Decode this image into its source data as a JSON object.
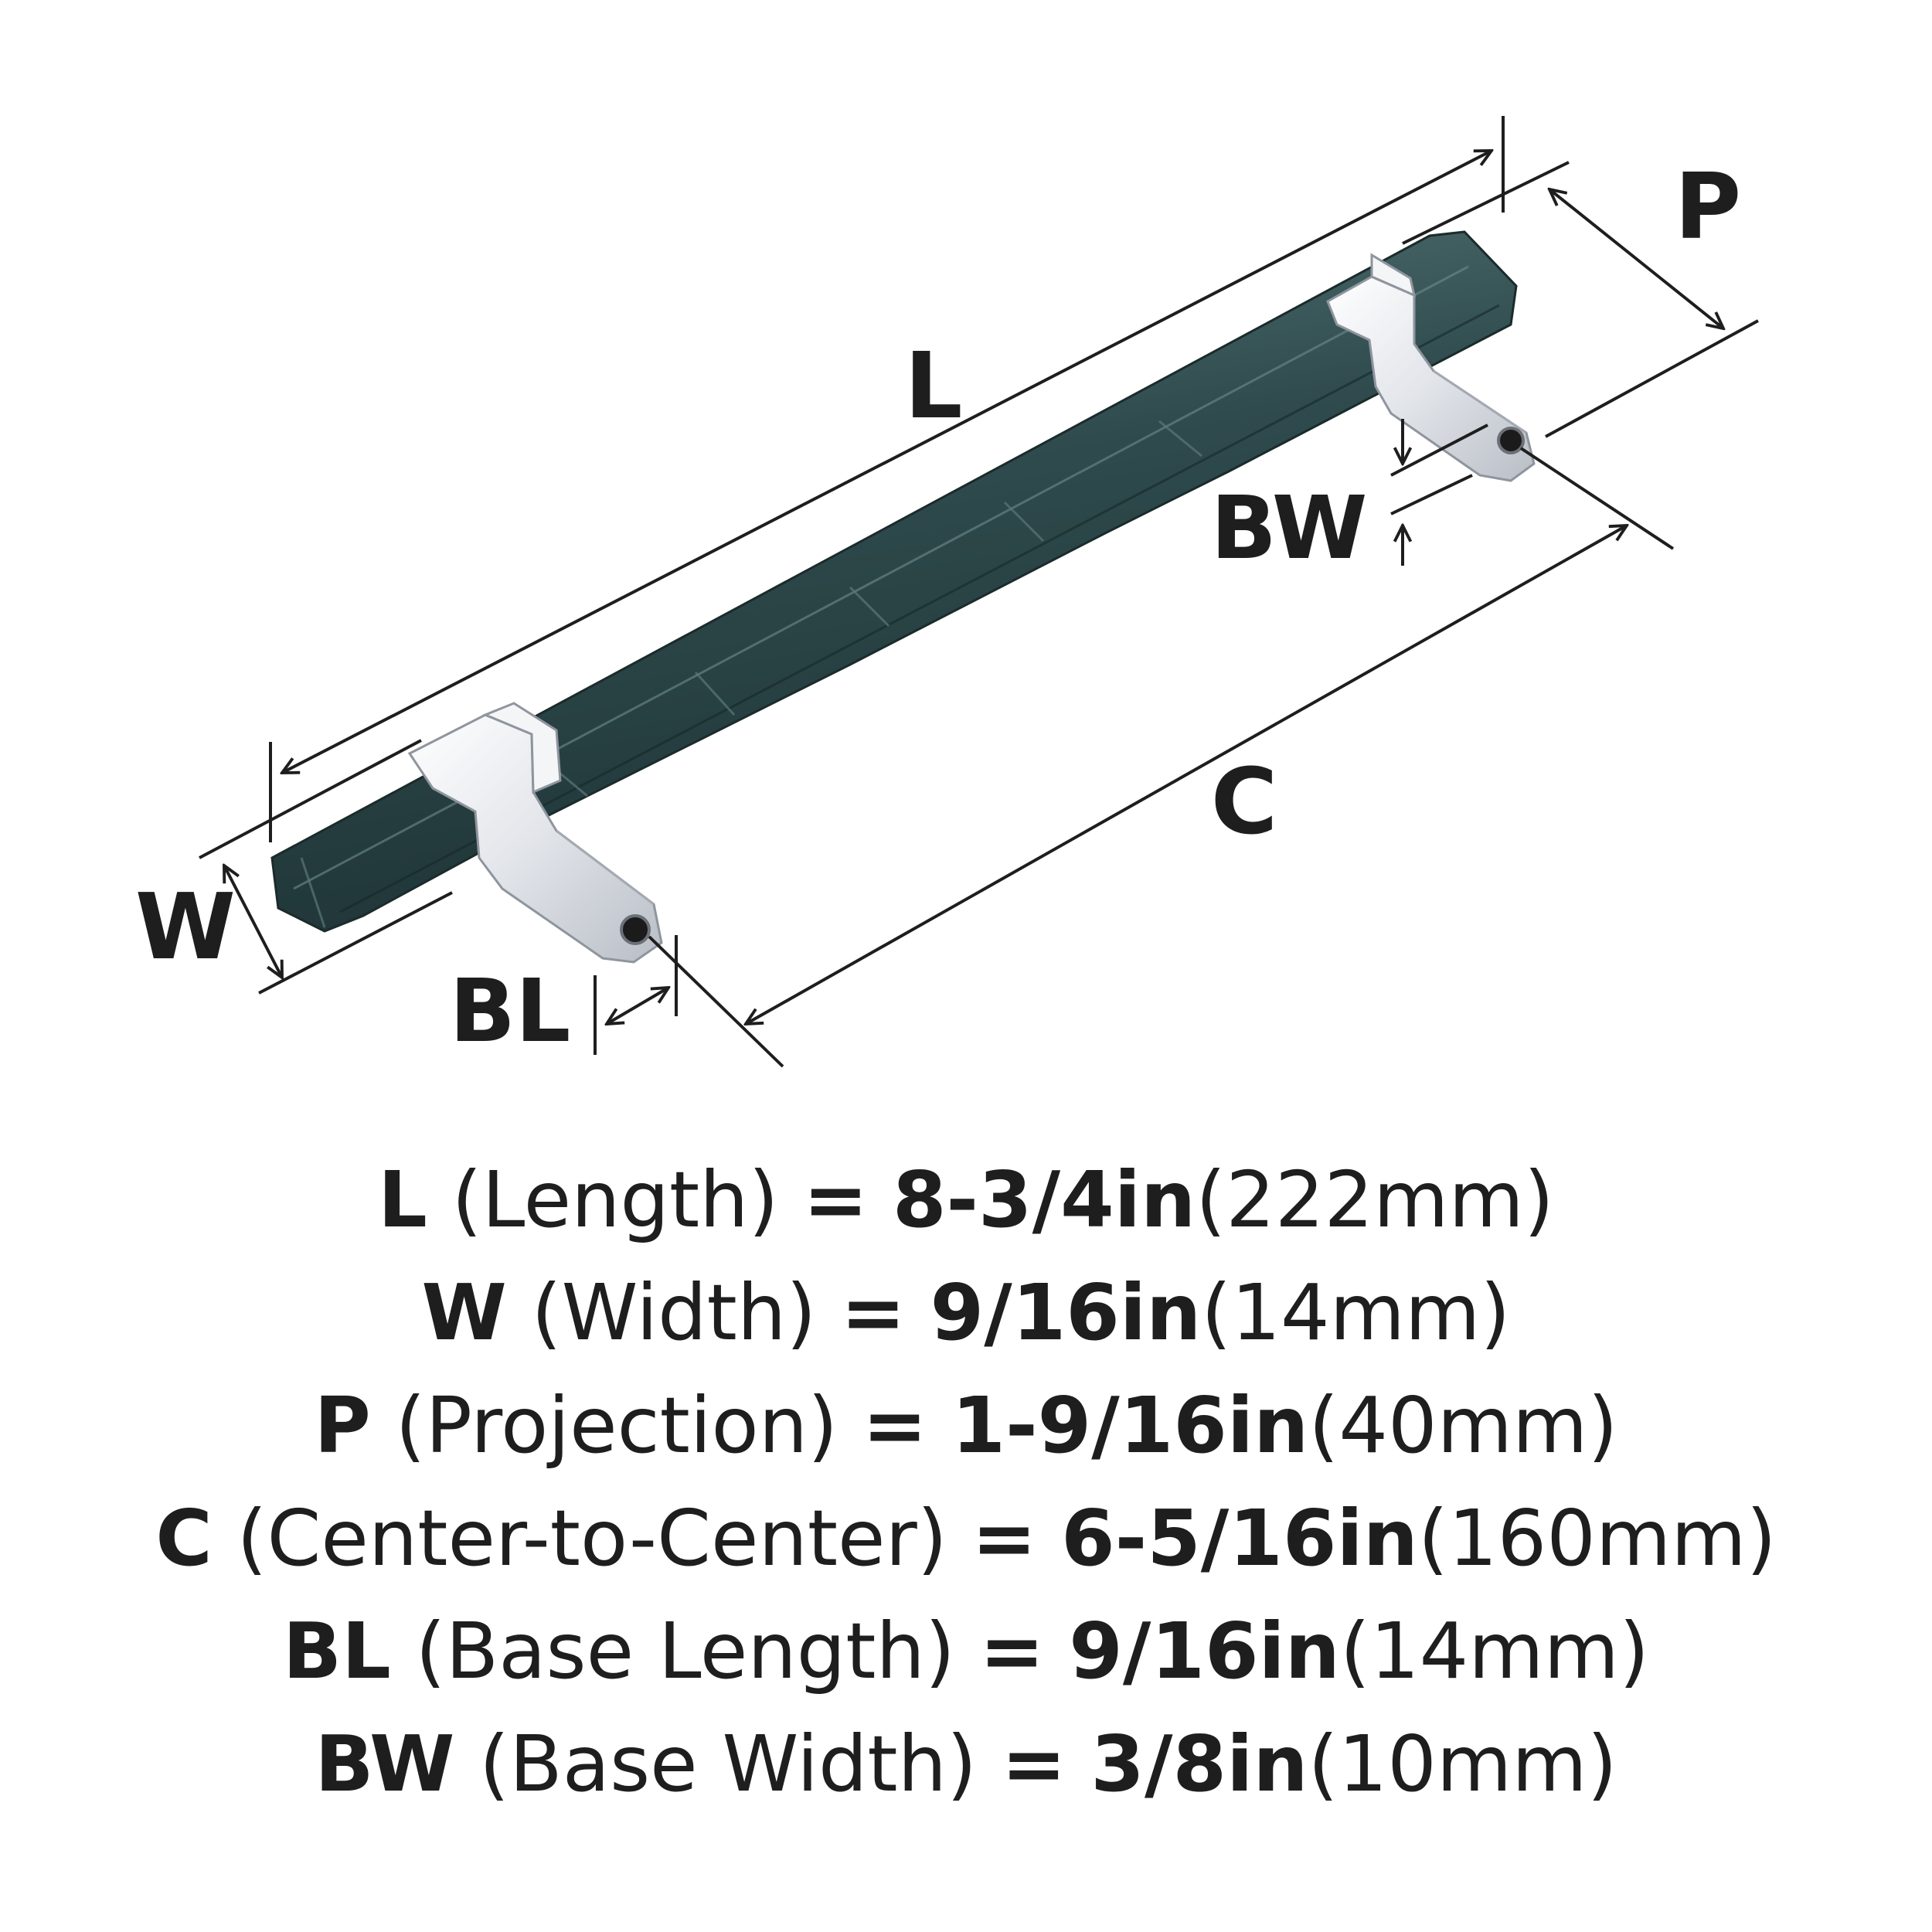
{
  "colors": {
    "line": "#1e1e1e",
    "handle": "#2e4a4b",
    "chrome": "#e6e8ec"
  },
  "labels": {
    "L": "L",
    "P": "P",
    "BW": "BW",
    "C": "C",
    "W": "W",
    "BL": "BL"
  },
  "specs": [
    {
      "code": "L",
      "desc": "(Length)",
      "eq": "=",
      "inch": "8-3/4in",
      "mm": "(222mm)"
    },
    {
      "code": "W",
      "desc": "(Width)",
      "eq": "=",
      "inch": "9/16in",
      "mm": "(14mm)"
    },
    {
      "code": "P",
      "desc": "(Projection)",
      "eq": "=",
      "inch": "1-9/16in",
      "mm": "(40mm)"
    },
    {
      "code": "C",
      "desc": "(Center-to-Center)",
      "eq": "=",
      "inch": "6-5/16in",
      "mm": "(160mm)"
    },
    {
      "code": "BL",
      "desc": "(Base Length)",
      "eq": "=",
      "inch": "9/16in",
      "mm": "(14mm)"
    },
    {
      "code": "BW",
      "desc": "(Base Width)",
      "eq": "=",
      "inch": "3/8in",
      "mm": "(10mm)"
    }
  ]
}
